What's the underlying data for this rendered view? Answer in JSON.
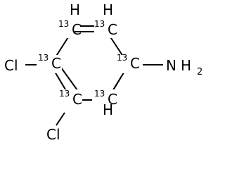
{
  "molecule": {
    "ring_carbons": [
      {
        "isotope": "13",
        "symbol": "C",
        "h": "H"
      },
      {
        "isotope": "13",
        "symbol": "C",
        "h": "H"
      },
      {
        "isotope": "13",
        "symbol": "C",
        "h": ""
      },
      {
        "isotope": "13",
        "symbol": "C",
        "h": "H"
      },
      {
        "isotope": "13",
        "symbol": "C",
        "h": ""
      },
      {
        "isotope": "13",
        "symbol": "C",
        "h": ""
      }
    ],
    "substituents": {
      "amine": {
        "symbol": "N",
        "h": "H",
        "h_count": "2"
      },
      "chloro_upper": "Cl",
      "chloro_lower": "Cl"
    }
  }
}
